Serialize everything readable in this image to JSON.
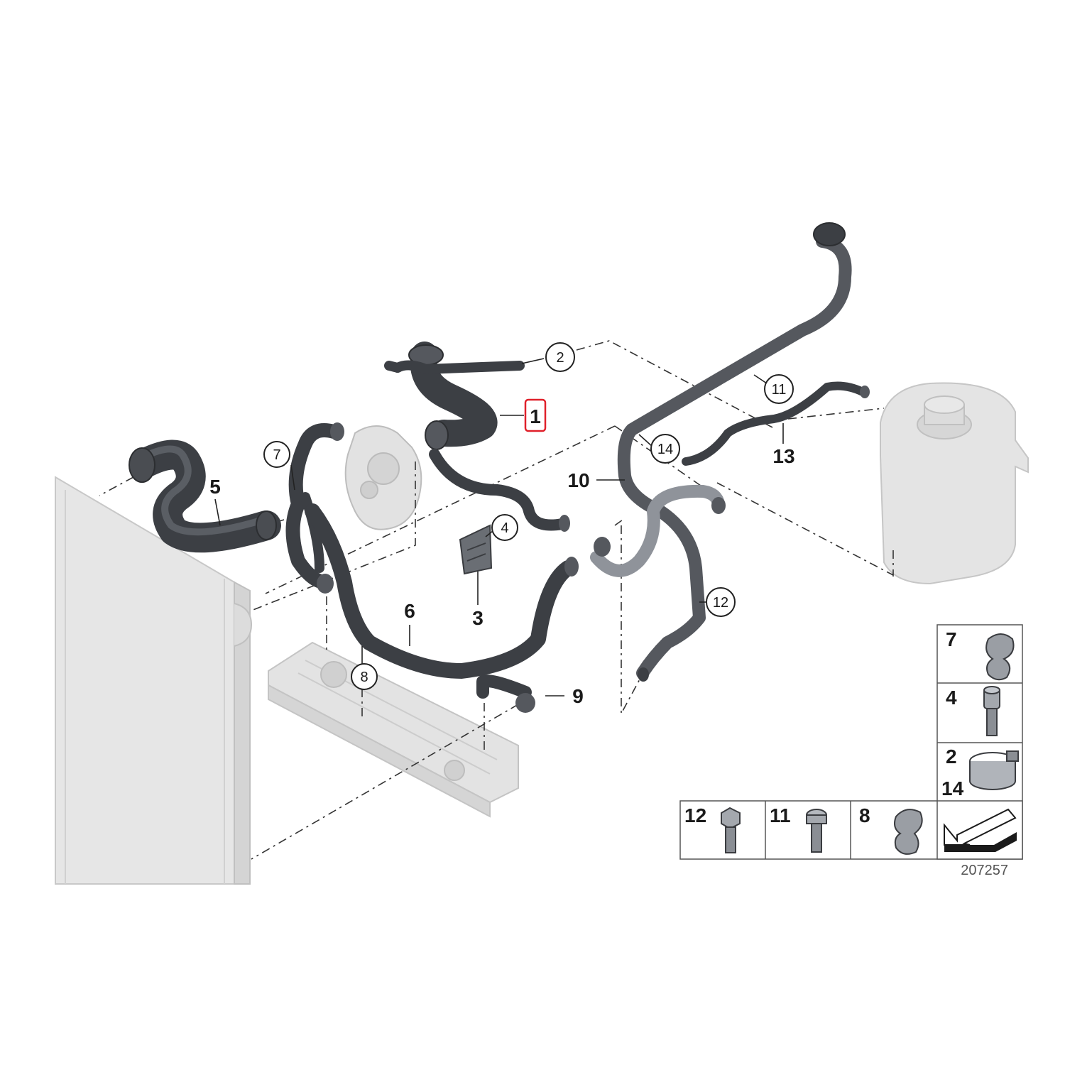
{
  "diagram_id": "207257",
  "colors": {
    "hose_dark": "#3c3f44",
    "hose_mid": "#60646a",
    "hose_light": "#8f939a",
    "ghost_part": "#d9d9d9",
    "ghost_edge": "#bdbdbd",
    "highlight": "#e0202a",
    "line": "#333333"
  },
  "callouts": [
    {
      "id": "1",
      "style": "boxed-highlight"
    },
    {
      "id": "2",
      "style": "circled"
    },
    {
      "id": "3",
      "style": "plain"
    },
    {
      "id": "4",
      "style": "circled"
    },
    {
      "id": "5",
      "style": "plain"
    },
    {
      "id": "6",
      "style": "plain"
    },
    {
      "id": "7",
      "style": "circled"
    },
    {
      "id": "8",
      "style": "circled"
    },
    {
      "id": "9",
      "style": "plain"
    },
    {
      "id": "10",
      "style": "plain"
    },
    {
      "id": "11",
      "style": "circled"
    },
    {
      "id": "12",
      "style": "circled"
    },
    {
      "id": "13",
      "style": "plain"
    },
    {
      "id": "14",
      "style": "circled"
    }
  ],
  "legend": [
    {
      "labels": [
        "7"
      ],
      "icon": "clip-icon"
    },
    {
      "labels": [
        "4"
      ],
      "icon": "socket-bolt-icon"
    },
    {
      "labels": [
        "2",
        "14"
      ],
      "icon": "hose-clamp-icon"
    },
    {
      "labels": [
        "12"
      ],
      "icon": "hex-bolt-icon"
    },
    {
      "labels": [
        "11"
      ],
      "icon": "torx-bolt-icon"
    },
    {
      "labels": [
        "8"
      ],
      "icon": "spring-clip-icon"
    },
    {
      "labels": [],
      "icon": "direction-arrow-icon"
    }
  ]
}
